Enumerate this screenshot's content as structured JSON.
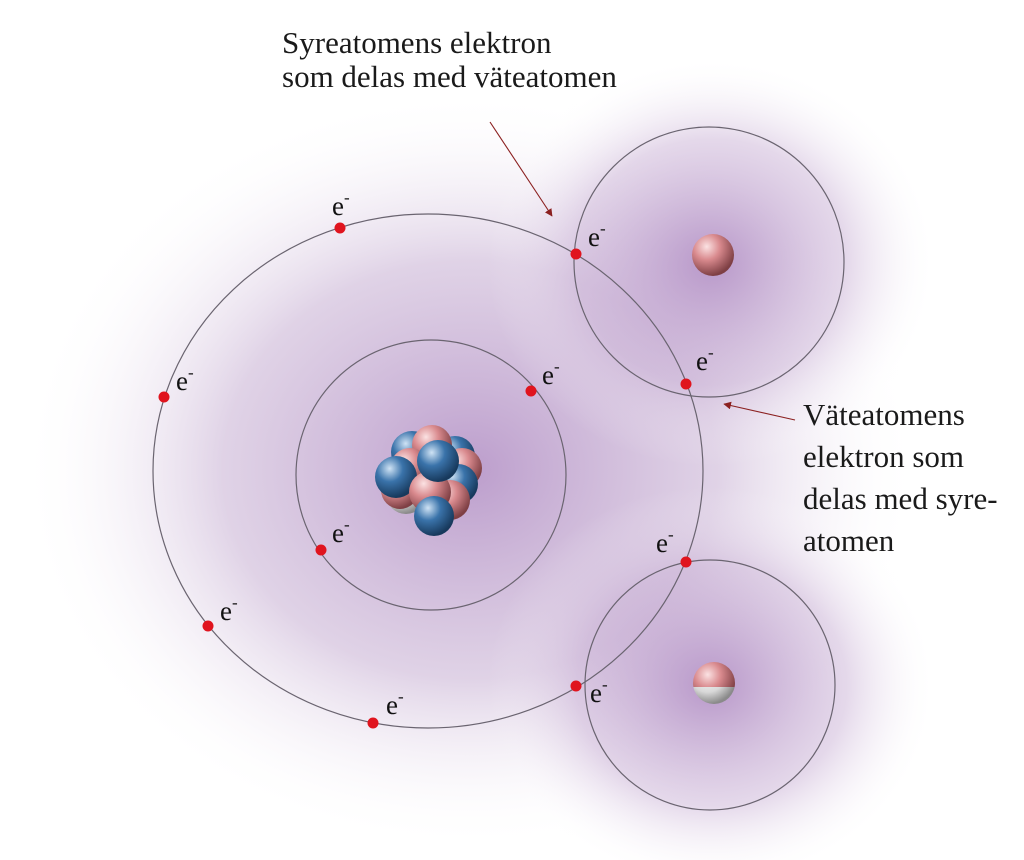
{
  "labels": {
    "oxygen_shared": [
      "Syreatomens elektron",
      "som delas med väteatomen"
    ],
    "hydrogen_shared": [
      "Väteatomens",
      "elektron som",
      "delas med syre-",
      "atomen"
    ]
  },
  "electron_symbol": "e",
  "electron_charge": "-",
  "colors": {
    "electron": "#e0141e",
    "proton": "#d98a8e",
    "neutron": "#3a73aa",
    "cloud": "#b08cc3",
    "orbit": "#6a6470",
    "arrow": "#8b2020"
  }
}
